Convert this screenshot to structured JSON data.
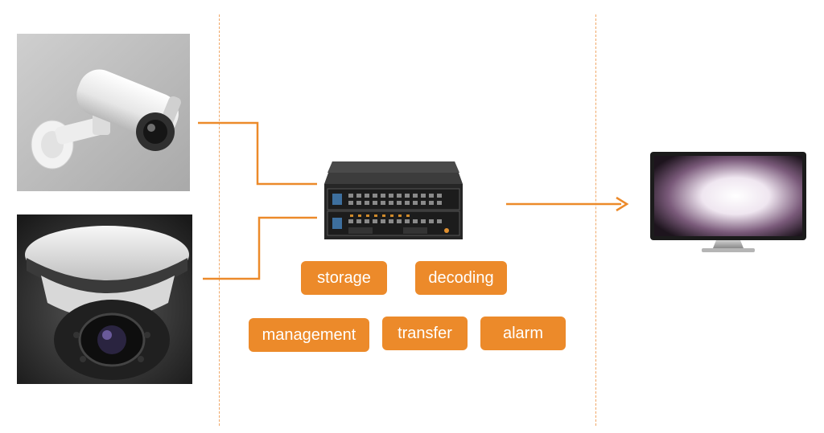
{
  "colors": {
    "accent": "#ec8a2a",
    "divider": "#f0a868",
    "tag_text": "#ffffff"
  },
  "left_devices": [
    {
      "icon": "bullet-camera-icon"
    },
    {
      "icon": "dome-camera-icon"
    }
  ],
  "center_device": {
    "icon": "network-video-recorder-icon"
  },
  "right_device": {
    "icon": "monitor-icon"
  },
  "functions": {
    "storage": "storage",
    "decoding": "decoding",
    "management": "management",
    "transfer": "transfer",
    "alarm": "alarm"
  }
}
